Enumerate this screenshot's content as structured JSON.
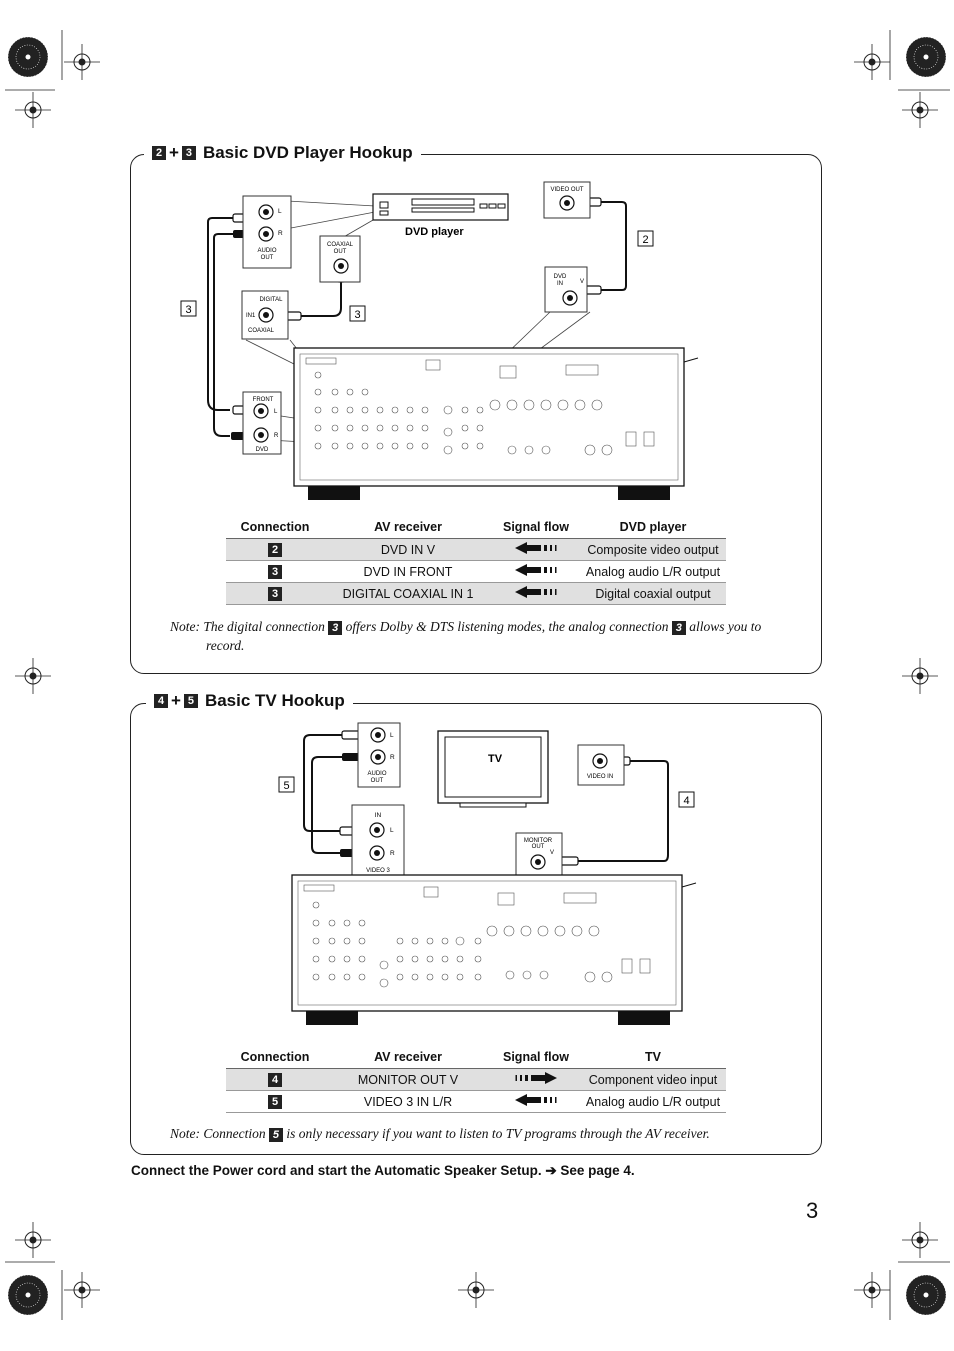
{
  "dvd_section": {
    "title": "Basic DVD Player Hookup",
    "steps": [
      "2",
      "3"
    ],
    "labels": {
      "dvd_player": "DVD player",
      "video_out": "VIDEO OUT",
      "coaxial_out_1": "COAXIAL",
      "coaxial_out_2": "OUT",
      "audio_out_1": "AUDIO",
      "audio_out_2": "OUT",
      "left": "L",
      "right": "R",
      "video": "V",
      "dvd_in_1": "DVD",
      "dvd_in_2": "IN",
      "digital": "DIGITAL",
      "in1": "IN1",
      "coaxial": "COAXIAL",
      "front": "FRONT",
      "dvd": "DVD",
      "callout_2": "2",
      "callout_3a": "3",
      "callout_3b": "3"
    },
    "table": {
      "headers": [
        "Connection",
        "AV receiver",
        "Signal flow",
        "DVD player"
      ],
      "rows": [
        {
          "num": "2",
          "receiver": "DVD IN V",
          "device": "Composite video output"
        },
        {
          "num": "3",
          "receiver": "DVD IN FRONT",
          "device": "Analog audio L/R output"
        },
        {
          "num": "3",
          "receiver": "DIGITAL COAXIAL IN 1",
          "device": "Digital coaxial output"
        }
      ]
    },
    "note": {
      "prefix": "Note: The digital connection",
      "num1": "3",
      "middle": "offers Dolby & DTS listening modes, the analog connection",
      "num2": "3",
      "suffix": "allows you to",
      "line2": "record."
    }
  },
  "tv_section": {
    "title": "Basic TV Hookup",
    "steps": [
      "4",
      "5"
    ],
    "labels": {
      "tv": "TV",
      "video_in": "VIDEO IN",
      "audio_out_1": "AUDIO",
      "audio_out_2": "OUT",
      "left": "L",
      "right": "R",
      "video": "V",
      "in": "IN",
      "video3": "VIDEO 3",
      "monitor_out_1": "MONITOR",
      "monitor_out_2": "OUT",
      "callout_4": "4",
      "callout_5": "5"
    },
    "table": {
      "headers": [
        "Connection",
        "AV receiver",
        "Signal flow",
        "TV"
      ],
      "rows": [
        {
          "num": "4",
          "receiver": "MONITOR OUT V",
          "device": "Component video input"
        },
        {
          "num": "5",
          "receiver": "VIDEO 3 IN L/R",
          "device": "Analog audio L/R output"
        }
      ]
    },
    "note": {
      "prefix": "Note: Connection",
      "num": "5",
      "suffix": "is only necessary if you want to listen to TV programs through the AV receiver."
    }
  },
  "footer": {
    "instruction": "Connect the Power cord and start the Automatic Speaker Setup. ➔ See page 4.",
    "page_number": "3"
  }
}
